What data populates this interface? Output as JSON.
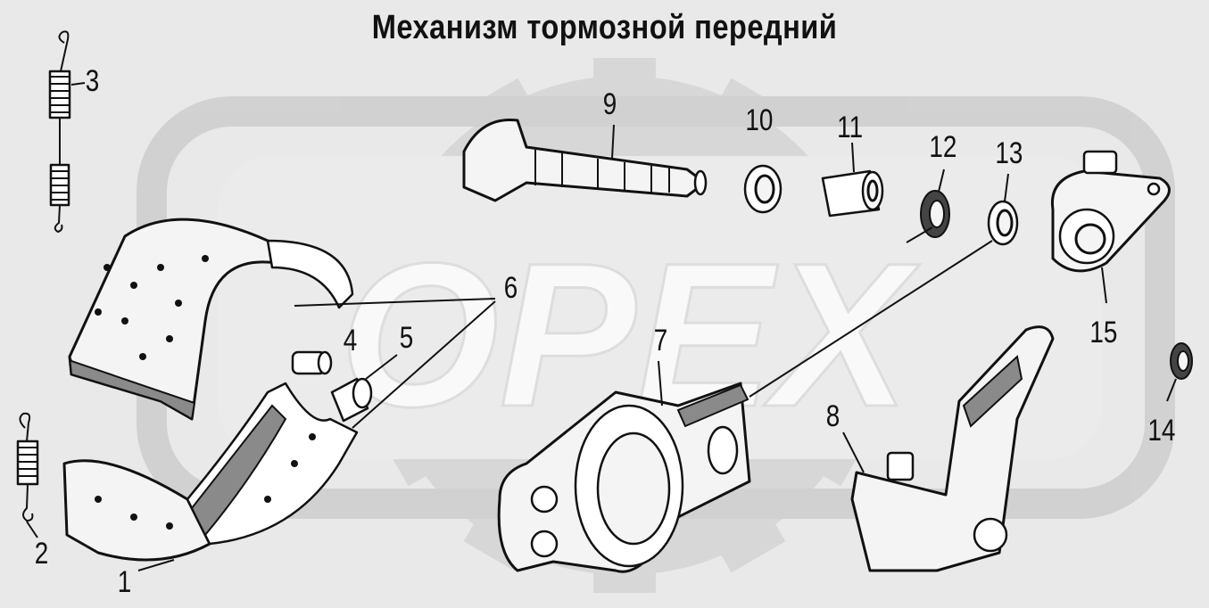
{
  "diagram": {
    "title": "Механизм тормозной передний",
    "callouts": {
      "c1": "1",
      "c2": "2",
      "c3": "3",
      "c4": "4",
      "c5": "5",
      "c6": "6",
      "c7": "7",
      "c8": "8",
      "c9": "9",
      "c10": "10",
      "c11": "11",
      "c12": "12",
      "c13": "13",
      "c14": "14",
      "c15": "15"
    },
    "watermark_text": "OPEX"
  }
}
